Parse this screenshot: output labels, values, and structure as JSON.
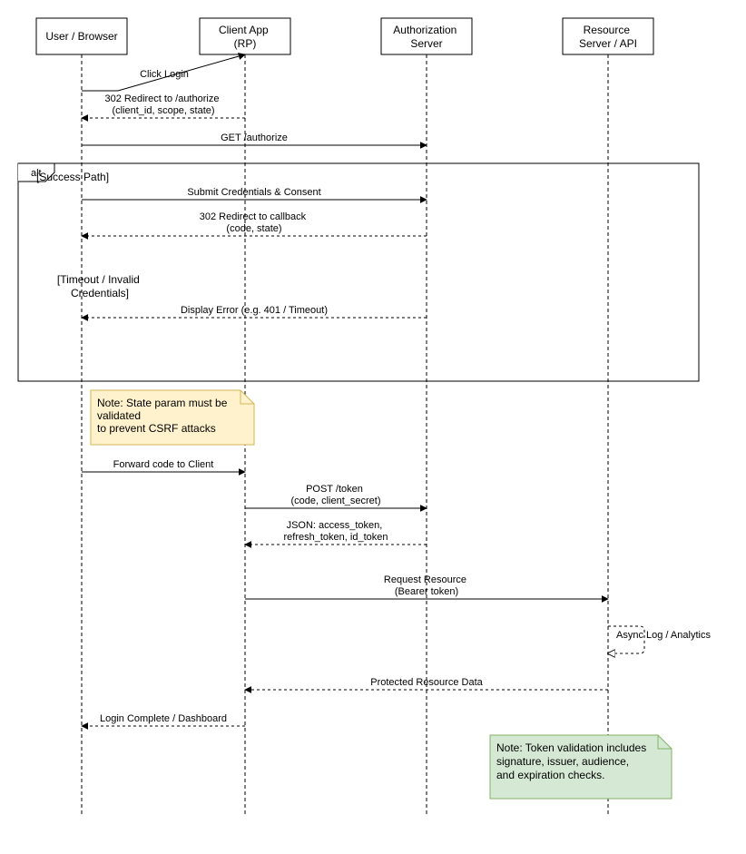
{
  "participants": [
    {
      "id": "user",
      "label": [
        "User / Browser"
      ]
    },
    {
      "id": "client",
      "label": [
        "Client App",
        "(RP)"
      ]
    },
    {
      "id": "auth",
      "label": [
        "Authorization",
        "Server"
      ]
    },
    {
      "id": "resource",
      "label": [
        "Resource",
        "Server / API"
      ]
    }
  ],
  "messages": [
    {
      "id": "m1",
      "text": [
        "Click Login"
      ],
      "style": "solid"
    },
    {
      "id": "m2",
      "text": [
        "302 Redirect to /authorize",
        "(client_id, scope, state)"
      ],
      "style": "dashed"
    },
    {
      "id": "m3",
      "text": [
        "GET /authorize"
      ],
      "style": "solid"
    },
    {
      "id": "m4",
      "text": [
        "Submit Credentials & Consent"
      ],
      "style": "solid"
    },
    {
      "id": "m5",
      "text": [
        "302 Redirect to callback",
        "(code, state)"
      ],
      "style": "dashed"
    },
    {
      "id": "m6",
      "text": [
        "Display Error (e.g. 401 / Timeout)"
      ],
      "style": "dashed"
    },
    {
      "id": "m7",
      "text": [
        "Forward code to Client"
      ],
      "style": "solid"
    },
    {
      "id": "m8",
      "text": [
        "POST /token",
        "(code, client_secret)"
      ],
      "style": "solid"
    },
    {
      "id": "m9",
      "text": [
        "JSON: access_token,",
        "refresh_token, id_token"
      ],
      "style": "dashed"
    },
    {
      "id": "m10",
      "text": [
        "Request Resource",
        "(Bearer token)"
      ],
      "style": "solid"
    },
    {
      "id": "m11",
      "text": [
        "Async Log / Analytics"
      ],
      "style": "dashed-open"
    },
    {
      "id": "m12",
      "text": [
        "Protected Resource Data"
      ],
      "style": "dashed"
    },
    {
      "id": "m13",
      "text": [
        "Login Complete / Dashboard"
      ],
      "style": "dashed"
    }
  ],
  "fragment": {
    "operator": "alt",
    "guard1": "[Success Path]",
    "guard2": [
      "[Timeout / Invalid",
      "Credentials]"
    ]
  },
  "notes": [
    {
      "id": "note-csrf",
      "text": [
        "Note: State param must be",
        "validated",
        "to prevent CSRF attacks"
      ],
      "fill": "#fff2cc",
      "stroke": "#d6b656"
    },
    {
      "id": "note-token",
      "text": [
        "Note: Token validation includes",
        "signature, issuer, audience,",
        "and expiration checks."
      ],
      "fill": "#d5e8d4",
      "stroke": "#82b366"
    }
  ]
}
